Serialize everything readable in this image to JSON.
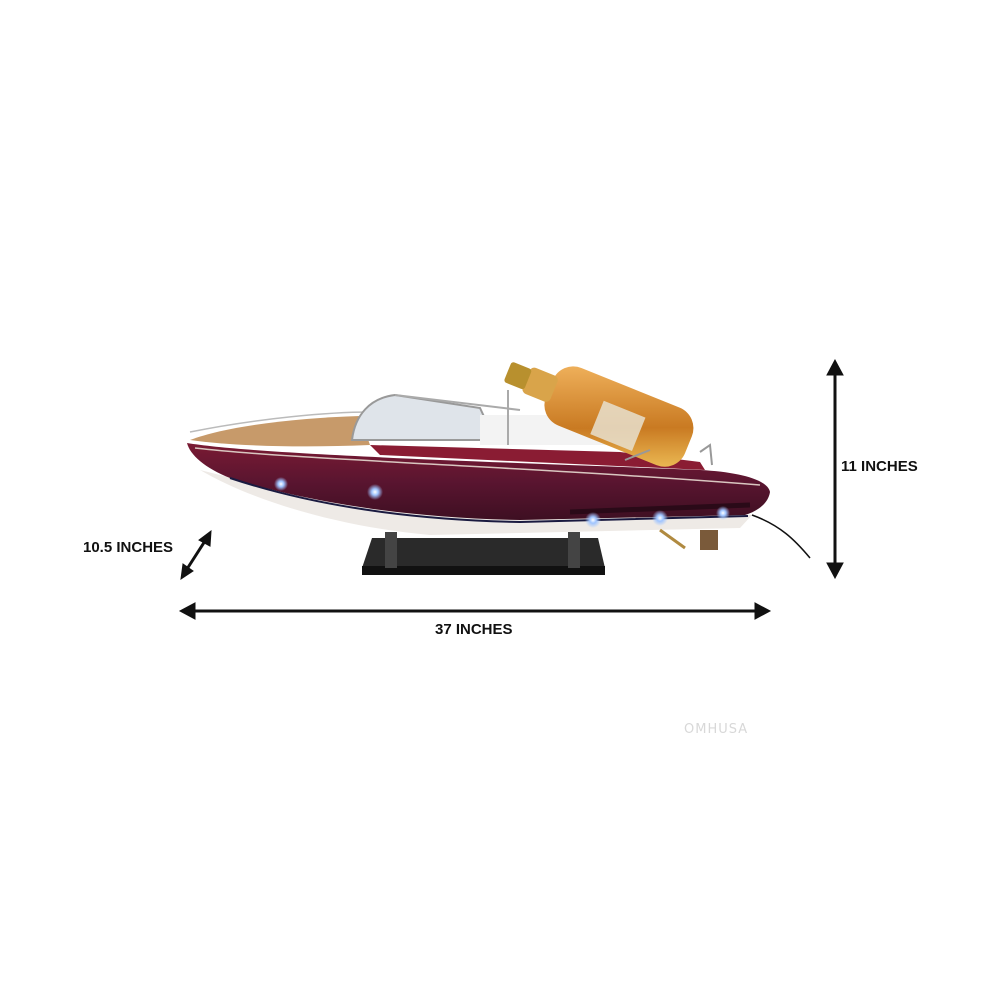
{
  "dimensions": {
    "height_label": "11 INCHES",
    "length_label": "37 INCHES",
    "width_label": "10.5 INCHES"
  },
  "watermark": "OMHUSA",
  "colors": {
    "hull": "#5e1228",
    "deck": "#c79a6a",
    "arrow": "#111111",
    "led": "#9fc4ff",
    "stand": "#1a1a1a"
  }
}
